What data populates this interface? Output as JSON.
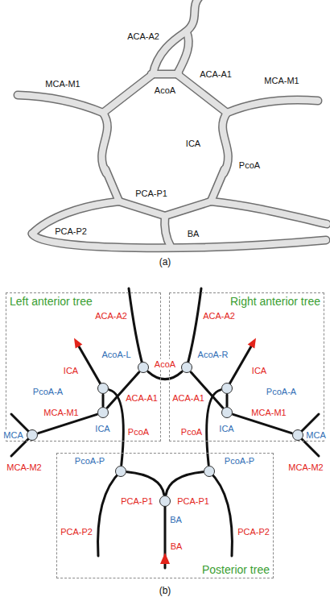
{
  "diagram": {
    "nodes": [
      {
        "text": [
          "Left anterior tree"
        ]
      },
      {
        "text": [
          "AcoA-L"
        ],
        "in": 0
      },
      {
        "text": [
          "PcoA-A"
        ],
        "in": 0
      },
      {
        "text": [
          "ICA"
        ],
        "in": 0
      },
      {
        "text": [
          "MCA"
        ],
        "in": 0
      },
      {
        "text": [
          "Right anterior tree"
        ]
      },
      {
        "text": [
          "AcoA-R"
        ],
        "in": 5
      },
      {
        "text": [
          "PcoA-A"
        ],
        "in": 5
      },
      {
        "text": [
          "ICA"
        ],
        "in": 5
      },
      {
        "text": [
          "MCA"
        ],
        "in": 5
      },
      {
        "text": [
          "Posterior tree"
        ]
      },
      {
        "text": [
          "PcoA-P"
        ],
        "in": 10
      },
      {
        "text": [
          "BA"
        ],
        "in": 10
      },
      {
        "text": [
          "PcoA-P"
        ],
        "in": 10
      }
    ],
    "edges": [
      {
        "from": 1,
        "to": 6,
        "arrow": "none",
        "label": "AcoA"
      },
      {
        "from": 1,
        "to": 3,
        "arrow": "none",
        "label": "ACA-A1"
      },
      {
        "from": 2,
        "to": 3,
        "arrow": "none"
      },
      {
        "from": 3,
        "to": 4,
        "arrow": "none",
        "label": "MCA-M1"
      },
      {
        "from": 2,
        "to": 11,
        "arrow": "none",
        "label": "PcoA"
      },
      {
        "from": 6,
        "to": 8,
        "arrow": "none",
        "label": "ACA-A1"
      },
      {
        "from": 7,
        "to": 8,
        "arrow": "none"
      },
      {
        "from": 8,
        "to": 9,
        "arrow": "none",
        "label": "MCA-M1"
      },
      {
        "from": 7,
        "to": 13,
        "arrow": "none",
        "label": "PcoA"
      },
      {
        "from": 11,
        "to": 12,
        "arrow": "none",
        "label": "PCA-P1"
      },
      {
        "from": 13,
        "to": 12,
        "arrow": "none",
        "label": "PCA-P1"
      }
    ],
    "labels": [
      "ACA-A2",
      "MCA-M1",
      "AcoA",
      "ACA-A1",
      "MCA-M1",
      "ICA",
      "PcoA",
      "PCA-P1",
      "PCA-P2",
      "BA",
      "(a)",
      "ACA-A2",
      "ACA-A2",
      "ICA",
      "ICA",
      "MCA-M2",
      "MCA-M2",
      "PCA-P2",
      "PCA-P2",
      "BA",
      "(b)"
    ]
  }
}
